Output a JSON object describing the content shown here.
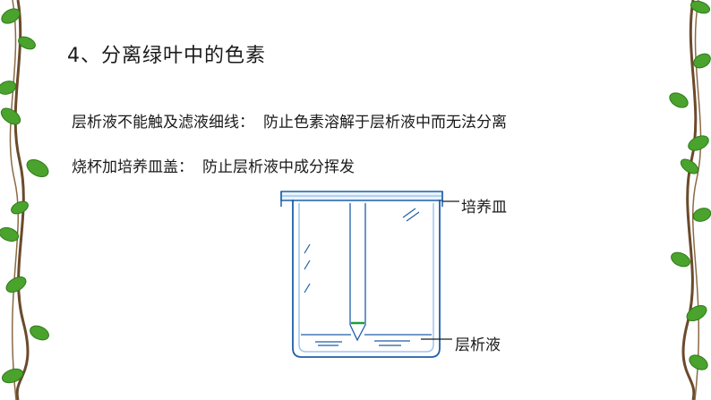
{
  "slide": {
    "title": "4、分离绿叶中的色素",
    "points": [
      {
        "condition": "层析液不能触及滤液细线：",
        "reason": "防止色素溶解于层析液中而无法分离"
      },
      {
        "condition": "烧杯加培养皿盖：",
        "reason": "防止层析液中成分挥发"
      }
    ]
  },
  "diagram": {
    "labels": {
      "dish": "培养皿",
      "solvent": "层析液"
    },
    "colors": {
      "outline": "#1f5fa8",
      "glass": "#9ec6ee",
      "pigment_line": "#19a03a",
      "leaf": "#4aa32c"
    }
  }
}
